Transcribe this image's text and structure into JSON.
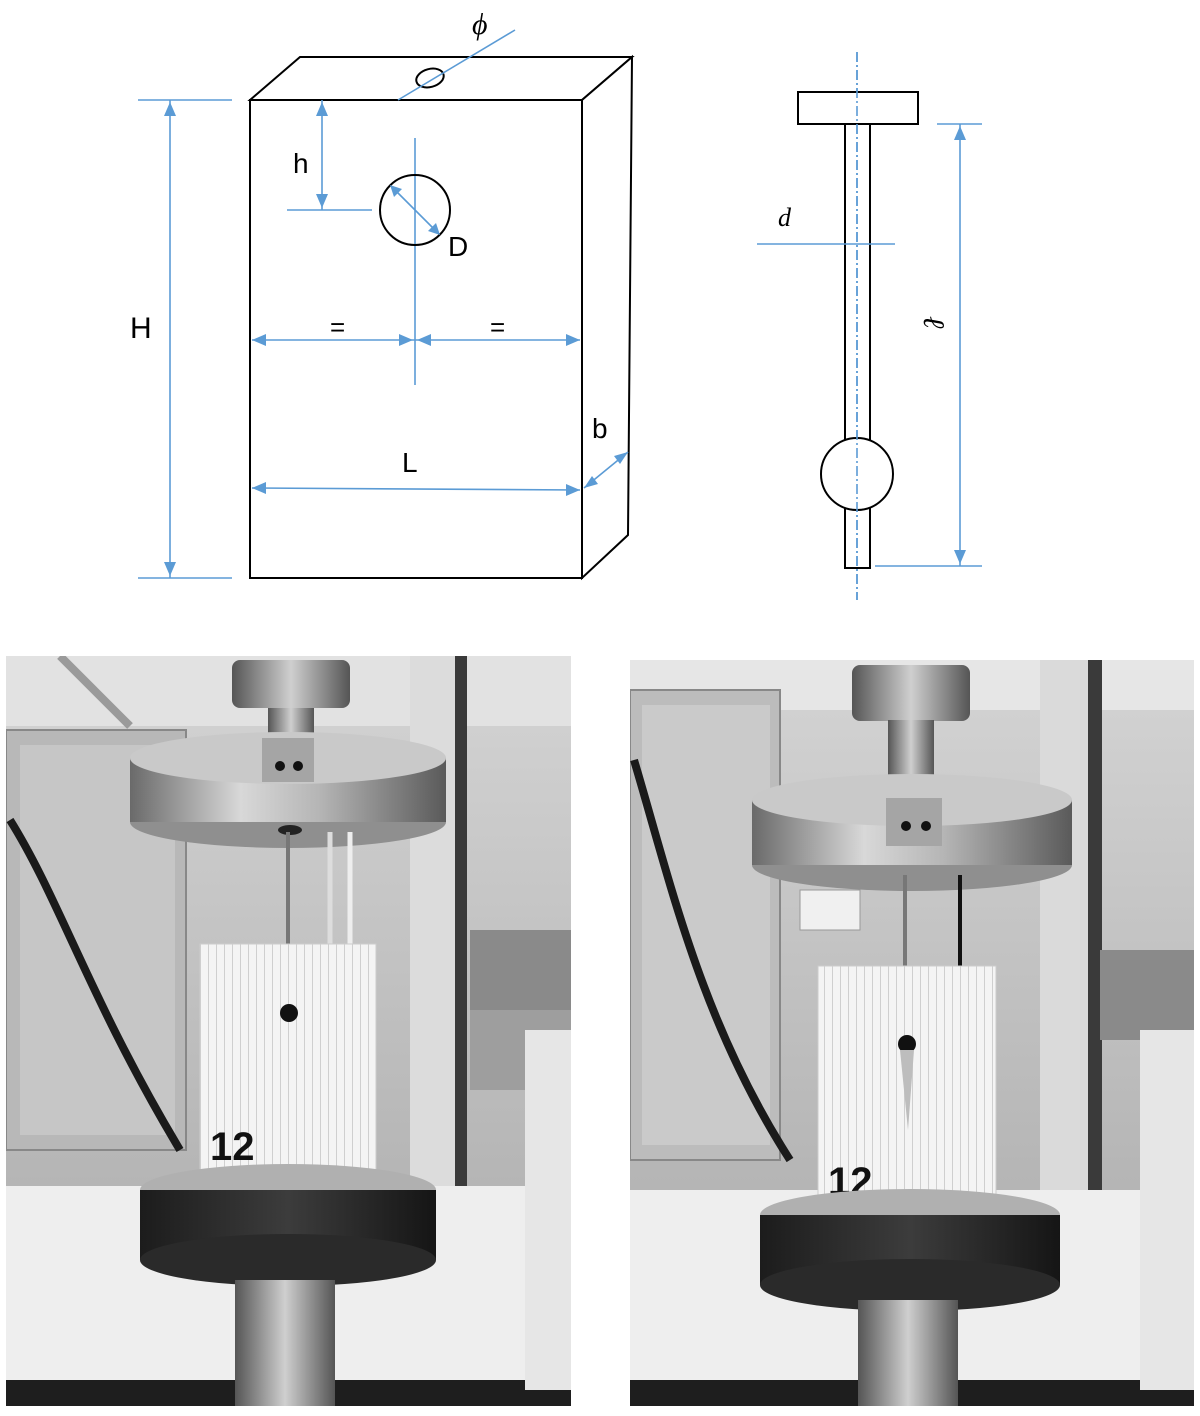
{
  "specimen_labels": {
    "phi": "ϕ",
    "h": "h",
    "D": "D",
    "H": "H",
    "equal_left": "=",
    "equal_right": "=",
    "L": "L",
    "b": "b"
  },
  "pin_labels": {
    "d": "d",
    "ell": "ℓ"
  },
  "photos": {
    "left_specimen_number": "12",
    "right_specimen_number": "12"
  },
  "colors": {
    "dimension_lines": "#5b9bd5",
    "outline": "#000000"
  }
}
